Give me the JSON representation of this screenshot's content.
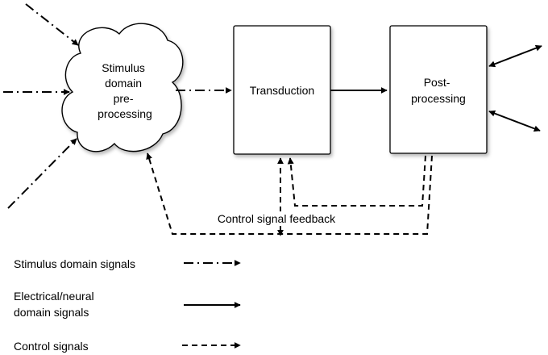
{
  "nodes": {
    "preprocessing": [
      "Stimulus",
      "domain",
      "pre-",
      "processing"
    ],
    "transduction": "Transduction",
    "postprocessing": [
      "Post-",
      "processing"
    ]
  },
  "feedback_label": "Control signal feedback",
  "legend": {
    "stimulus": [
      "Stimulus domain signals"
    ],
    "electrical": [
      "Electrical/neural",
      "domain signals"
    ],
    "control": [
      "Control signals"
    ]
  }
}
